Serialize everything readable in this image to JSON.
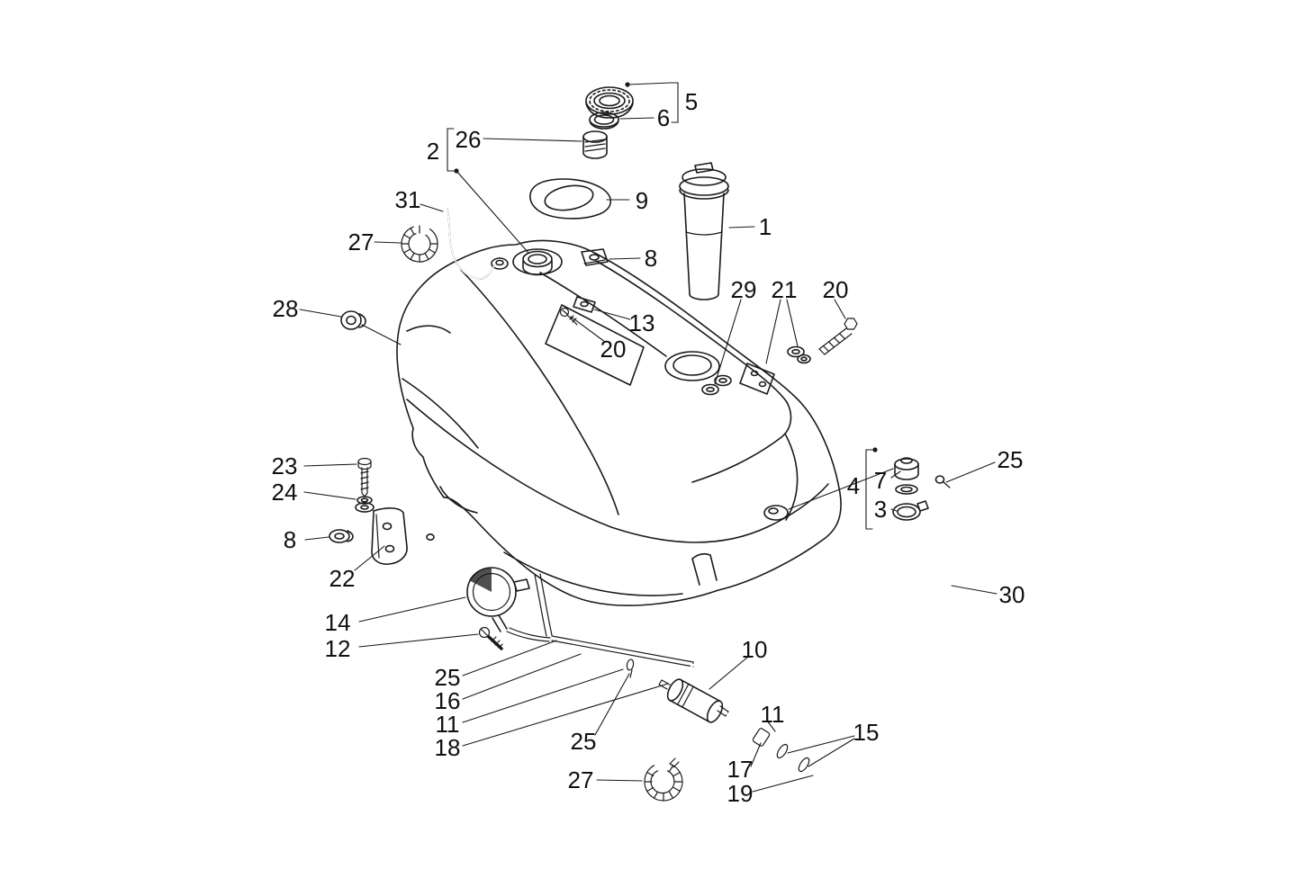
{
  "page": {
    "background_color": "#ffffff",
    "ink_color": "#1a1a1a"
  },
  "diagram": {
    "type": "exploded-parts-diagram",
    "callouts": [
      {
        "label": "5"
      },
      {
        "label": "6"
      },
      {
        "label": "26"
      },
      {
        "label": "2"
      },
      {
        "label": "31"
      },
      {
        "label": "9"
      },
      {
        "label": "1"
      },
      {
        "label": "27"
      },
      {
        "label": "8"
      },
      {
        "label": "29"
      },
      {
        "label": "21"
      },
      {
        "label": "20"
      },
      {
        "label": "28"
      },
      {
        "label": "13"
      },
      {
        "label": "20"
      },
      {
        "label": "23"
      },
      {
        "label": "24"
      },
      {
        "label": "4"
      },
      {
        "label": "7"
      },
      {
        "label": "25"
      },
      {
        "label": "3"
      },
      {
        "label": "8"
      },
      {
        "label": "22"
      },
      {
        "label": "30"
      },
      {
        "label": "14"
      },
      {
        "label": "12"
      },
      {
        "label": "25"
      },
      {
        "label": "16"
      },
      {
        "label": "11"
      },
      {
        "label": "10"
      },
      {
        "label": "18"
      },
      {
        "label": "25"
      },
      {
        "label": "11"
      },
      {
        "label": "15"
      },
      {
        "label": "17"
      },
      {
        "label": "27"
      },
      {
        "label": "19"
      }
    ]
  }
}
